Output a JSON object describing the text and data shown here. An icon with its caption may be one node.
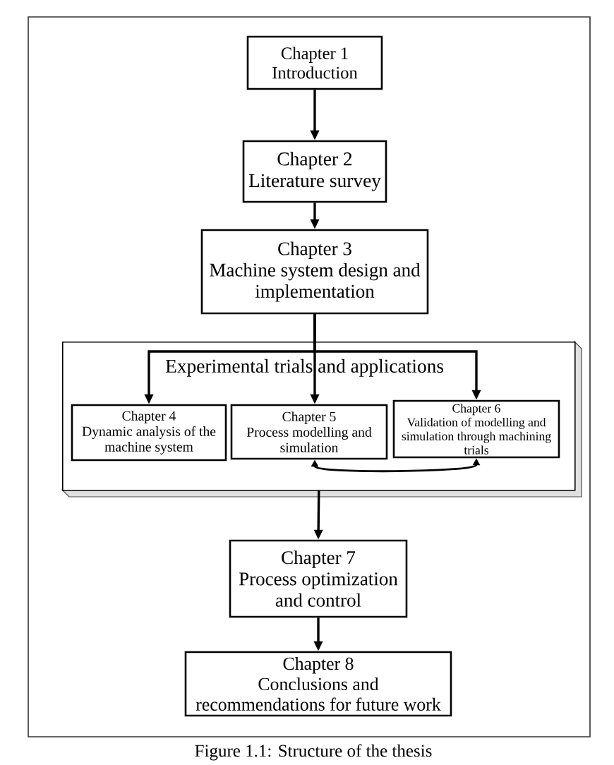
{
  "diagram": {
    "caption": "Figure 1.1: Structure of the thesis",
    "nodes": [
      {
        "text": [
          "Chapter 1",
          "Introduction"
        ]
      },
      {
        "text": [
          "Chapter 2",
          "Literature survey"
        ]
      },
      {
        "text": [
          "Chapter 3",
          "Machine system design and implementation"
        ]
      },
      {
        "text": [
          "Experimental trials and applications"
        ]
      },
      {
        "text": [
          "Chapter 4",
          "Dynamic analysis of the machine system"
        ],
        "in": 3
      },
      {
        "text": [
          "Chapter 5",
          "Process modelling and simulation"
        ],
        "in": 3
      },
      {
        "text": [
          "Chapter 6",
          "Validation of modelling and simulation through machining trials"
        ],
        "in": 3
      },
      {
        "text": [
          "Chapter 7",
          "Process optimization and control"
        ]
      },
      {
        "text": [
          "Chapter 8",
          "Conclusions and recommendations for future work"
        ]
      }
    ],
    "edges": [
      {
        "from": 0,
        "to": 1,
        "arrow": "to"
      },
      {
        "from": 1,
        "to": 2,
        "arrow": "to"
      },
      {
        "from": 2,
        "to": 4,
        "arrow": "to"
      },
      {
        "from": 2,
        "to": 5,
        "arrow": "to"
      },
      {
        "from": 2,
        "to": 6,
        "arrow": "to"
      },
      {
        "from": 5,
        "to": 6,
        "arrow": "both"
      },
      {
        "from": 3,
        "to": 7,
        "arrow": "to"
      },
      {
        "from": 7,
        "to": 8,
        "arrow": "to"
      }
    ]
  }
}
